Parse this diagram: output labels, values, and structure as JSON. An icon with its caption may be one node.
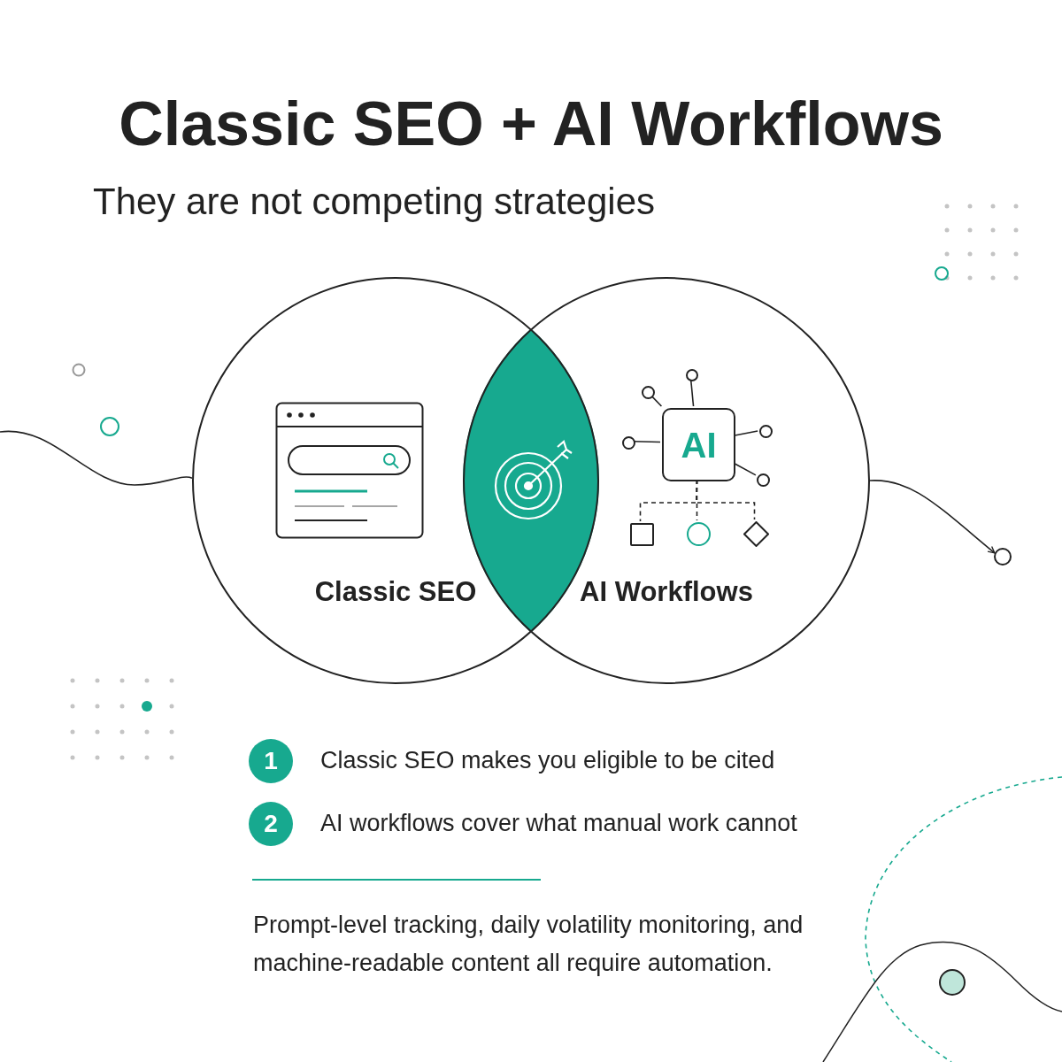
{
  "diagram": {
    "title": "Classic SEO + AI Workflows",
    "nodes": [
      {
        "text": [
          "Classic SEO"
        ]
      },
      {
        "text": [
          "AI Workflows"
        ]
      },
      {
        "text": [
          "AI"
        ],
        "in": 1
      },
      {
        "text": [],
        "shape": "circle",
        "in": 1
      },
      {
        "text": [],
        "shape": "circle",
        "in": 1
      },
      {
        "text": [],
        "shape": "circle",
        "in": 1
      },
      {
        "text": [],
        "shape": "circle",
        "in": 1
      },
      {
        "text": [],
        "shape": "circle",
        "in": 1
      },
      {
        "text": [],
        "shape": "box",
        "in": 1
      },
      {
        "text": [],
        "shape": "circle",
        "in": 1
      },
      {
        "text": [],
        "shape": "diamond",
        "in": 1
      },
      {
        "text": [],
        "shape": "circle"
      }
    ],
    "edges": [
      {
        "from": null,
        "to": 0,
        "arrow": "none"
      },
      {
        "from": 1,
        "to": 11,
        "arrow": "to"
      },
      {
        "from": 2,
        "to": 3,
        "arrow": "none"
      },
      {
        "from": 2,
        "to": 4,
        "arrow": "none"
      },
      {
        "from": 2,
        "to": 5,
        "arrow": "none"
      },
      {
        "from": 2,
        "to": 6,
        "arrow": "none"
      },
      {
        "from": 2,
        "to": 7,
        "arrow": "none"
      },
      {
        "from": 2,
        "to": 8,
        "arrow": "none",
        "style": "dashed"
      },
      {
        "from": 2,
        "to": 9,
        "arrow": "none",
        "style": "dashed"
      },
      {
        "from": 2,
        "to": 10,
        "arrow": "none",
        "style": "dashed"
      }
    ],
    "labels": [
      "They are not competing strategies",
      "1",
      "Classic SEO makes you eligible to be cited",
      "2",
      "AI workflows cover what manual work cannot",
      "Prompt-level tracking, daily volatility monitoring, and machine-readable content all require automation."
    ]
  }
}
